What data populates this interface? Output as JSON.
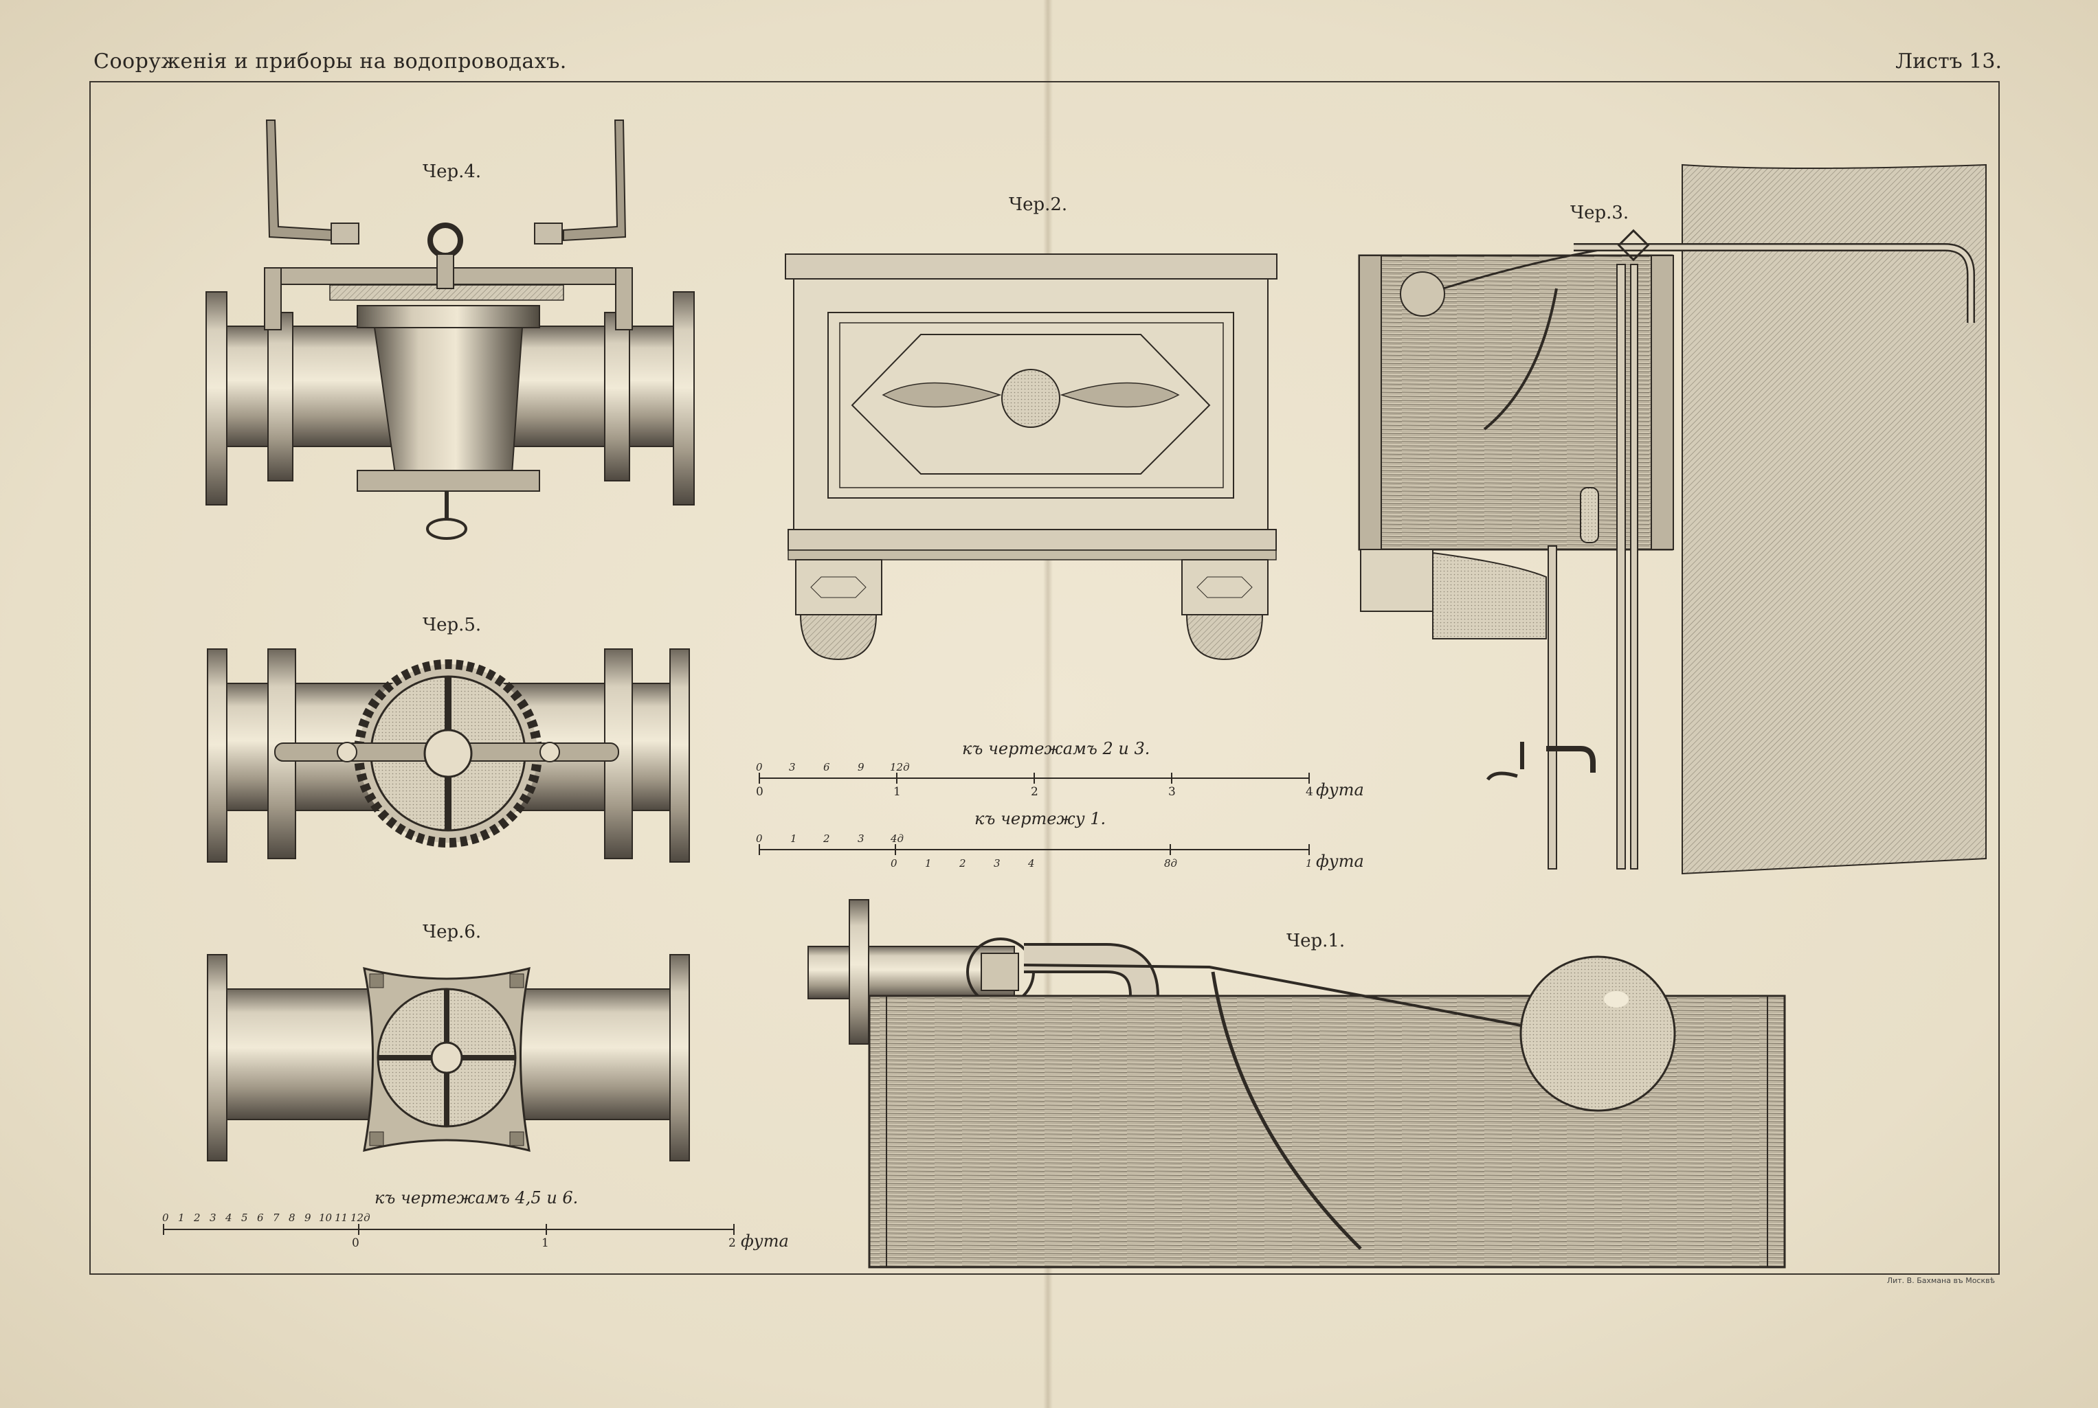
{
  "header": {
    "title": "Сооруженія и приборы на водопроводахъ.",
    "sheet": "Листъ 13."
  },
  "figures": {
    "fig1": "Чер.1.",
    "fig2": "Чер.2.",
    "fig3": "Чер.3.",
    "fig4": "Чер.4.",
    "fig5": "Чер.5.",
    "fig6": "Чер.6."
  },
  "scales": {
    "s23": {
      "caption": "къ чертежамъ 2 и 3.",
      "inch_ticks": [
        "0",
        "3",
        "6",
        "9",
        "12д"
      ],
      "foot_ticks": [
        "0",
        "1",
        "2",
        "3",
        "4"
      ],
      "unit": "фута"
    },
    "s1": {
      "caption": "къ чертежу 1.",
      "inch_ticks": [
        "0",
        "1",
        "2",
        "3",
        "4д"
      ],
      "foot_ticks": [
        "0",
        "1",
        "2",
        "3",
        "4",
        "8д",
        "1"
      ],
      "unit": "фута"
    },
    "s456": {
      "caption": "къ чертежамъ 4,5 и 6.",
      "inch_ticks": [
        "0",
        "1",
        "2",
        "3",
        "4",
        "5",
        "6",
        "7",
        "8",
        "9",
        "10",
        "11",
        "12д"
      ],
      "foot_ticks": [
        "0",
        "1",
        "2"
      ],
      "unit": "фута"
    }
  },
  "imprint": "Лит. В. Бахмана въ Москвѣ"
}
